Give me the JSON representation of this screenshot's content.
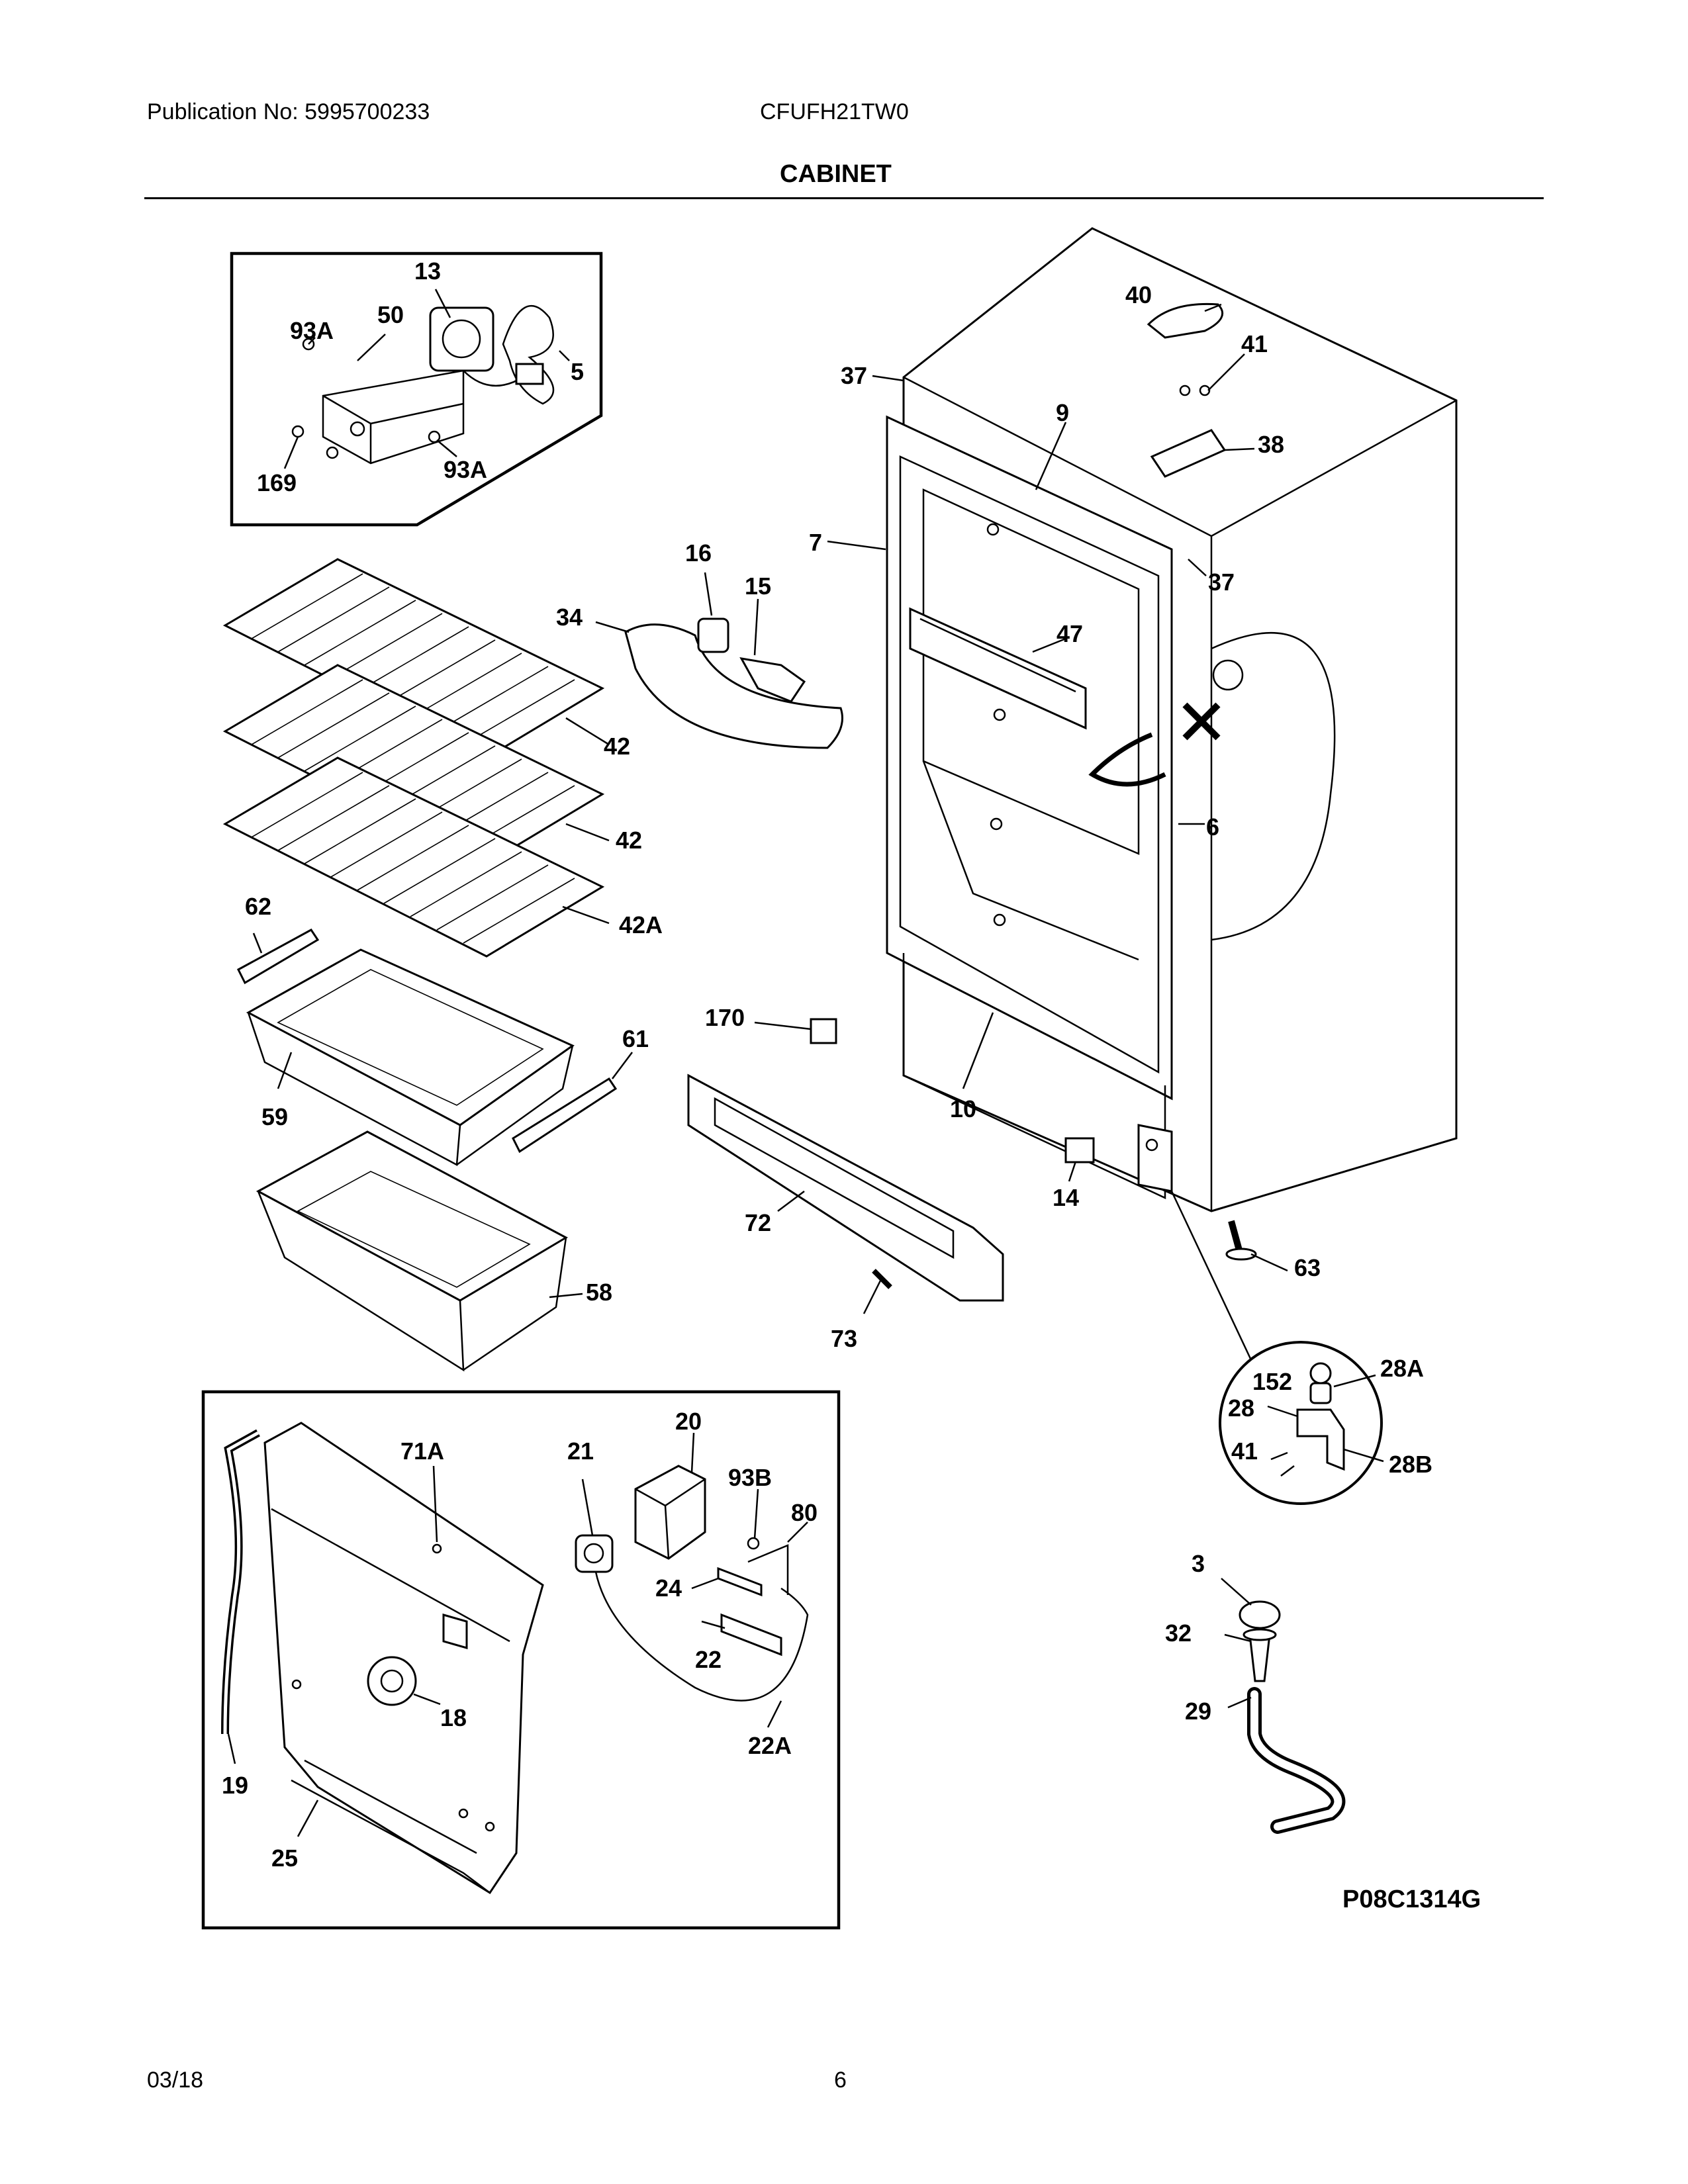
{
  "header": {
    "publication": "Publication No: 5995700233",
    "model": "CFUFH21TW0",
    "section_title": "CABINET"
  },
  "diagram_code": "P08C1314G",
  "footer": {
    "date": "03/18",
    "page": "6"
  },
  "callouts": {
    "c13": "13",
    "c50": "50",
    "c93A_top": "93A",
    "c5": "5",
    "c169": "169",
    "c93A_bottom": "93A",
    "c40": "40",
    "c41_top": "41",
    "c37_top": "37",
    "c9": "9",
    "c38": "38",
    "c37_right": "37",
    "c7": "7",
    "c16": "16",
    "c15": "15",
    "c34": "34",
    "c47": "47",
    "c42_a": "42",
    "c42_b": "42",
    "c42A": "42A",
    "c6": "6",
    "c62": "62",
    "c170": "170",
    "c61": "61",
    "c59": "59",
    "c10": "10",
    "c14": "14",
    "c72": "72",
    "c63": "63",
    "c58": "58",
    "c73": "73",
    "c152": "152",
    "c28A": "28A",
    "c28": "28",
    "c41_hinge": "41",
    "c28B": "28B",
    "c20": "20",
    "c71A": "71A",
    "c21": "21",
    "c93B": "93B",
    "c80": "80",
    "c24": "24",
    "c22": "22",
    "c18": "18",
    "c22A": "22A",
    "c19": "19",
    "c25": "25",
    "c3": "3",
    "c32": "32",
    "c29": "29"
  }
}
